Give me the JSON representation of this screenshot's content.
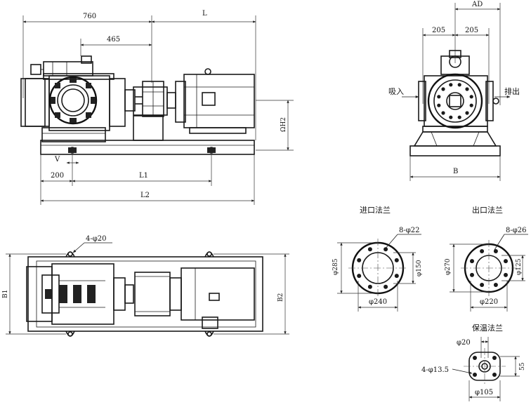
{
  "front_view": {
    "dim_760": "760",
    "dim_L": "L",
    "dim_465": "465",
    "dim_V": "V",
    "dim_200": "200",
    "dim_L1": "L1",
    "dim_L2": "L2",
    "dim_H": "ΩH2"
  },
  "side_view": {
    "dim_AD": "AD",
    "dim_205_left": "205",
    "dim_205_right": "205",
    "suction_label": "吸入",
    "discharge_label": "排出",
    "dim_B": "B"
  },
  "top_view": {
    "holes_label": "4-φ20",
    "dim_B1": "B1",
    "dim_B2": "B2"
  },
  "inlet_flange": {
    "title": "进口法兰",
    "holes": "8-φ22",
    "outer_dia": "φ285",
    "bore_dia": "φ150",
    "pcd": "φ240"
  },
  "outlet_flange": {
    "title": "出口法兰",
    "holes": "8-φ26",
    "outer_dia": "φ270",
    "bore_dia": "φ125",
    "pcd": "φ220"
  },
  "heating_flange": {
    "title": "保温法兰",
    "bore_dia": "φ20",
    "holes": "4-φ13.5",
    "dim_55": "55",
    "outer_dia": "φ105"
  }
}
